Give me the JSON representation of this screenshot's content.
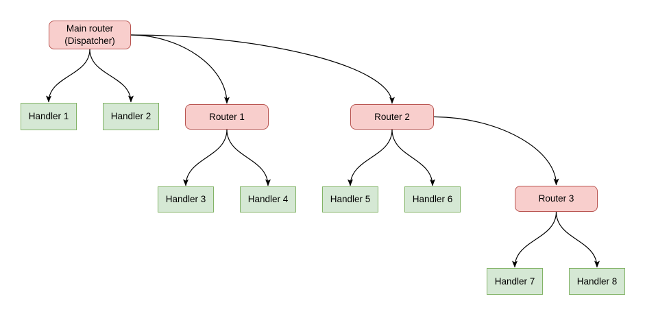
{
  "diagram": {
    "colors": {
      "background": "#ffffff",
      "router_fill": "#f8cecc",
      "router_border": "#b85450",
      "handler_fill": "#d5e8d4",
      "handler_border": "#82b366",
      "edge": "#000000",
      "text": "#000000"
    },
    "nodes": [
      {
        "id": "main",
        "type": "router",
        "label": "Main router\n(Dispatcher)"
      },
      {
        "id": "handler1",
        "type": "handler",
        "label": "Handler 1"
      },
      {
        "id": "handler2",
        "type": "handler",
        "label": "Handler 2"
      },
      {
        "id": "router1",
        "type": "router",
        "label": "Router 1"
      },
      {
        "id": "router2",
        "type": "router",
        "label": "Router 2"
      },
      {
        "id": "handler3",
        "type": "handler",
        "label": "Handler 3"
      },
      {
        "id": "handler4",
        "type": "handler",
        "label": "Handler 4"
      },
      {
        "id": "handler5",
        "type": "handler",
        "label": "Handler 5"
      },
      {
        "id": "handler6",
        "type": "handler",
        "label": "Handler 6"
      },
      {
        "id": "router3",
        "type": "router",
        "label": "Router 3"
      },
      {
        "id": "handler7",
        "type": "handler",
        "label": "Handler 7"
      },
      {
        "id": "handler8",
        "type": "handler",
        "label": "Handler 8"
      }
    ],
    "edges": [
      {
        "from": "main",
        "to": "handler1"
      },
      {
        "from": "main",
        "to": "handler2"
      },
      {
        "from": "main",
        "to": "router1"
      },
      {
        "from": "main",
        "to": "router2"
      },
      {
        "from": "router1",
        "to": "handler3"
      },
      {
        "from": "router1",
        "to": "handler4"
      },
      {
        "from": "router2",
        "to": "handler5"
      },
      {
        "from": "router2",
        "to": "handler6"
      },
      {
        "from": "router2",
        "to": "router3"
      },
      {
        "from": "router3",
        "to": "handler7"
      },
      {
        "from": "router3",
        "to": "handler8"
      }
    ]
  }
}
